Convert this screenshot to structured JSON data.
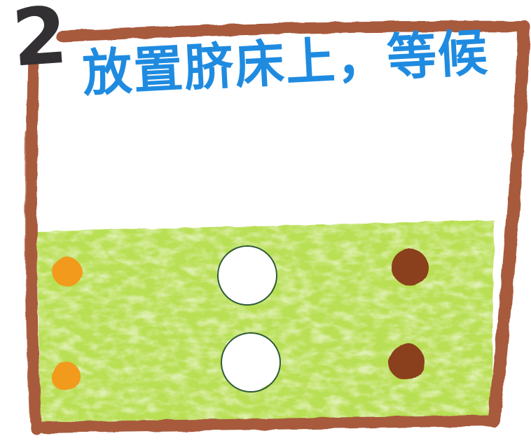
{
  "step": {
    "number": "2"
  },
  "caption": {
    "text": "放置脐床上，等候"
  },
  "colors": {
    "frame": "#a85a3e",
    "step_number": "#333033",
    "caption": "#1f8be0",
    "grass": "#b9df55",
    "grass_dark": "#9fcf3c",
    "orange_dot": "#f29a1e",
    "brown_dot": "#8a3f1f",
    "white_dot": "#ffffff",
    "white_dot_outline": "#2f5a3a"
  },
  "dots": [
    {
      "name": "orange-dot-top-left",
      "color_key": "orange_dot"
    },
    {
      "name": "orange-dot-bottom-left",
      "color_key": "orange_dot"
    },
    {
      "name": "white-dot-top-center",
      "color_key": "white_dot"
    },
    {
      "name": "white-dot-bottom-center",
      "color_key": "white_dot"
    },
    {
      "name": "brown-dot-top-right",
      "color_key": "brown_dot"
    },
    {
      "name": "brown-dot-bottom-right",
      "color_key": "brown_dot"
    }
  ]
}
